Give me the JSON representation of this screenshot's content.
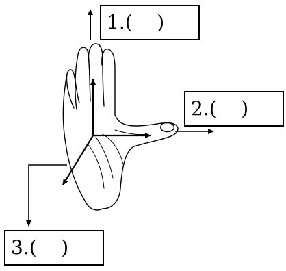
{
  "labels": {
    "label1": "1.(    )",
    "label2": "2.(    )",
    "label3": "3.(    )"
  },
  "colors": {
    "ink": "#000000",
    "background": "#ffffff"
  }
}
